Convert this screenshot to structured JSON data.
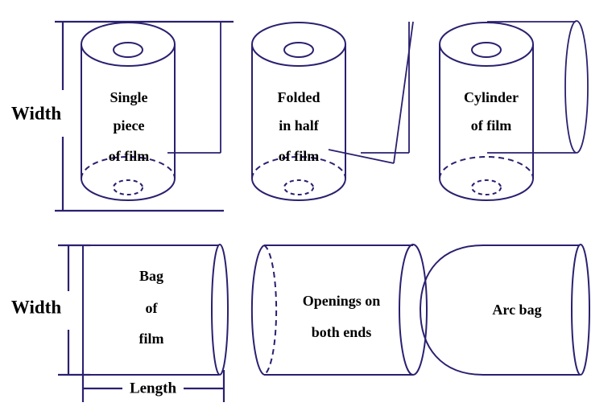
{
  "figure": {
    "title": "Film roll and bag type diagram",
    "line_color": "#2a2070",
    "text_color": "#000000",
    "background": "#ffffff"
  },
  "dimension_labels": {
    "top_width": "Width",
    "bottom_width": "Width",
    "length": "Length"
  },
  "top_row": [
    {
      "id": "single-piece-roll",
      "lines": [
        "Single",
        "piece",
        "of film"
      ]
    },
    {
      "id": "folded-in-half-roll",
      "lines": [
        "Folded",
        "in half",
        "of film"
      ]
    },
    {
      "id": "cylinder-of-film-roll",
      "lines": [
        "Cylinder",
        "of film"
      ]
    }
  ],
  "bottom_row": [
    {
      "id": "bag-of-film",
      "lines": [
        "Bag",
        "of",
        "film"
      ]
    },
    {
      "id": "openings-both-ends",
      "lines": [
        "Openings on",
        "both ends"
      ]
    },
    {
      "id": "arc-bag",
      "lines": [
        "Arc bag"
      ]
    }
  ]
}
